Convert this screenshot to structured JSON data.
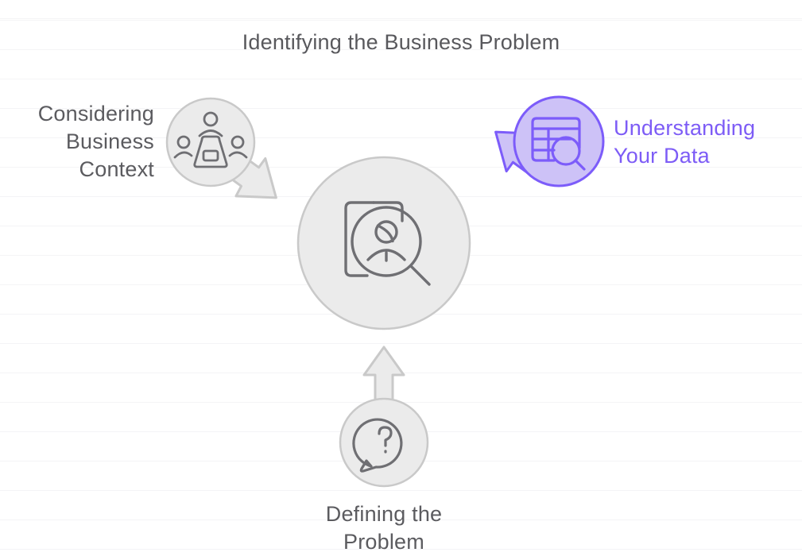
{
  "title": "Identifying the Business Problem",
  "colors": {
    "node_fill": "#ebebeb",
    "node_stroke": "#c9c9c9",
    "icon_stroke": "#6f6f73",
    "arrow_fill": "#ebebeb",
    "arrow_stroke": "#c9c9c9",
    "accent_fill": "#cdc2f7",
    "accent_stroke": "#7c5cfa",
    "text": "#5b5b5f",
    "accent_text": "#7d5cf6",
    "background": "#ffffff",
    "gridline": "#f4f4f6"
  },
  "center_node": {
    "label": "Identifying the Business Problem",
    "icon": "document-person-magnifier-icon",
    "highlighted": false
  },
  "nodes": [
    {
      "id": "considering-business-context",
      "label": "Considering\nBusiness\nContext",
      "icon": "meeting-people-icon",
      "position": "left",
      "highlighted": false,
      "arrow": "arrow-down-right"
    },
    {
      "id": "understanding-your-data",
      "label": "Understanding\nYour Data",
      "icon": "table-magnifier-icon",
      "position": "right",
      "highlighted": true,
      "arrow": "arrow-down-left"
    },
    {
      "id": "defining-the-problem",
      "label": "Defining the\nProblem",
      "icon": "question-speech-bubble-icon",
      "position": "bottom",
      "highlighted": false,
      "arrow": "arrow-up"
    }
  ]
}
